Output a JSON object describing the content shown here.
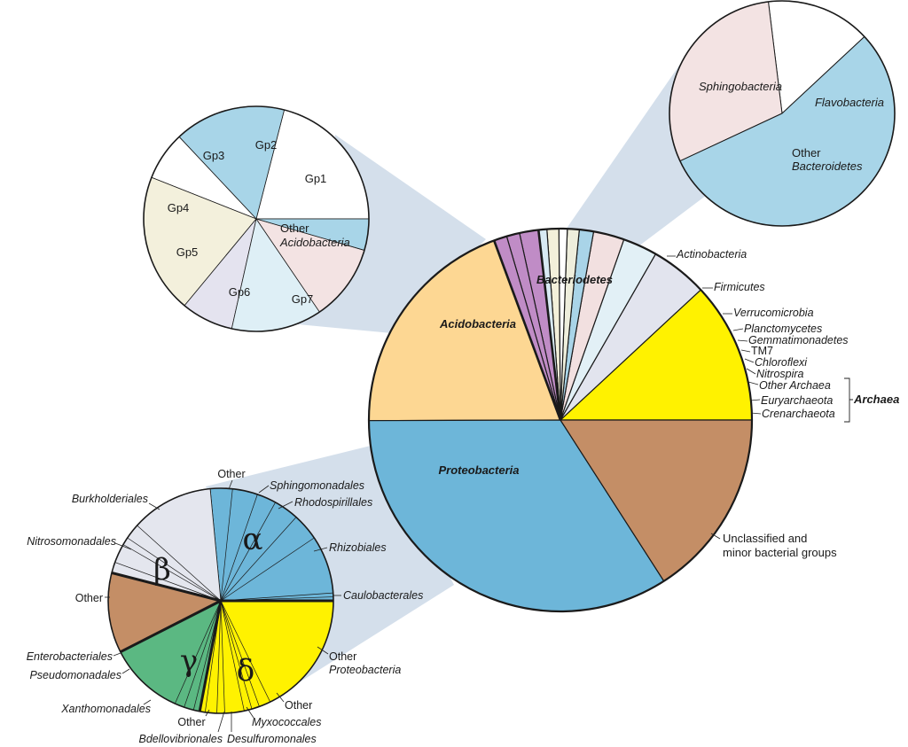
{
  "chart_data": [
    {
      "type": "pie",
      "name": "main",
      "slices": [
        {
          "label": "Bacteriodetes",
          "value": 11.9,
          "color": "#fff200",
          "style": "bi",
          "inside": true
        },
        {
          "label": "Actinobacteria",
          "value": 4.8,
          "color": "#e2e4ee",
          "style": "it"
        },
        {
          "label": "Firmicutes",
          "value": 2.9,
          "color": "#e2f0f6",
          "style": "it"
        },
        {
          "label": "Verrucomicrobia",
          "value": 2.6,
          "color": "#f2e0e0",
          "style": "it"
        },
        {
          "label": "Planctomycetes",
          "value": 1.2,
          "color": "#a9d4e8",
          "style": "it"
        },
        {
          "label": "Gemmatimonadetes",
          "value": 1.0,
          "color": "#eeeedc",
          "style": "it"
        },
        {
          "label": "TM7",
          "value": 0.7,
          "color": "#ffffff",
          "style": "n"
        },
        {
          "label": "Chloroflexi",
          "value": 1.0,
          "color": "#f3f0da",
          "style": "it"
        },
        {
          "label": "Nitrospira",
          "value": 0.7,
          "color": "#d8eaf3",
          "style": "it"
        },
        {
          "label": "Other Archaea",
          "value": 1.6,
          "color": "#c08cc6",
          "style": "it"
        },
        {
          "label": "Euryarchaeota",
          "value": 1.1,
          "color": "#c08cc6",
          "style": "it"
        },
        {
          "label": "Crenarchaeota",
          "value": 1.1,
          "color": "#c08cc6",
          "style": "it"
        },
        {
          "label": "Unclassified and minor bacterial groups",
          "value": 19.4,
          "color": "#fdd793",
          "style": "n"
        },
        {
          "label": "Proteobacteria",
          "value": 34.0,
          "color": "#6db6d9",
          "style": "bi",
          "inside": true
        },
        {
          "label": "Acidobacteria",
          "value": 15.9,
          "color": "#c48e66",
          "style": "bi",
          "inside": true
        }
      ],
      "group_label": "Archaea",
      "unclassified_lines": [
        "Unclassified and",
        "minor bacterial groups"
      ]
    },
    {
      "type": "pie",
      "name": "bacteroidetes",
      "slices": [
        {
          "label": "Flavobacteria",
          "value": 15,
          "color": "#ffffff"
        },
        {
          "label": "Other Bacteroidetes",
          "lines": [
            "Other",
            "Bacteroidetes"
          ],
          "value": 30,
          "color": "#f3e3e3"
        },
        {
          "label": "Sphingobacteria",
          "value": 55,
          "color": "#a8d5e8"
        }
      ]
    },
    {
      "type": "pie",
      "name": "acidobacteria",
      "slices": [
        {
          "label": "Gp1",
          "value": 21,
          "color": "#ffffff"
        },
        {
          "label": "Other Acidobacteria",
          "lines": [
            "Other",
            "Acidobacteria"
          ],
          "value": 16,
          "color": "#a8d5e8"
        },
        {
          "label": "Gp7",
          "value": 7,
          "color": "#ffffff"
        },
        {
          "label": "Gp6",
          "value": 20,
          "color": "#f3f0dc"
        },
        {
          "label": "Gp5",
          "value": 7.5,
          "color": "#e4e3ef"
        },
        {
          "label": "Gp4",
          "value": 13,
          "color": "#deeff6"
        },
        {
          "label": "Gp3",
          "value": 11,
          "color": "#f3e3e3"
        },
        {
          "label": "Gp2",
          "value": 4.5,
          "color": "#a8d5e8"
        }
      ]
    },
    {
      "type": "pie",
      "name": "proteobacteria",
      "groups": [
        {
          "name": "α",
          "value": 26.5,
          "color": "#6db6d9"
        },
        {
          "name": "other-proteobacteria",
          "value": 19.5,
          "color": "#e4e6ee"
        },
        {
          "name": "δ",
          "value": 11.5,
          "color": "#c48e66"
        },
        {
          "name": "γ",
          "value": 14.5,
          "color": "#5bb882"
        },
        {
          "name": "β",
          "value": 28,
          "color": "#fff200"
        }
      ],
      "greek_labels": [
        "α",
        "β",
        "γ",
        "δ"
      ],
      "labels": {
        "other_top": "Other",
        "sphingomonadales": "Sphingomonadales",
        "rhodospirillales": "Rhodospirillales",
        "rhizobiales": "Rhizobiales",
        "caulobacterales": "Caulobacterales",
        "other_proteo_1": "Other",
        "other_proteo_2": "Proteobacteria",
        "other_delta": "Other",
        "myxococcales": "Myxococcales",
        "desulfuromonales": "Desulfuromonales",
        "bdellovibrionales": "Bdellovibrionales",
        "other_gamma": "Other",
        "xanthomonadales": "Xanthomonadales",
        "pseudomonadales": "Pseudomonadales",
        "enterobacteriales": "Enterobacteriales",
        "other_beta": "Other",
        "nitrosomonadales": "Nitrosomonadales",
        "burkholderiales": "Burkholderiales"
      }
    }
  ]
}
